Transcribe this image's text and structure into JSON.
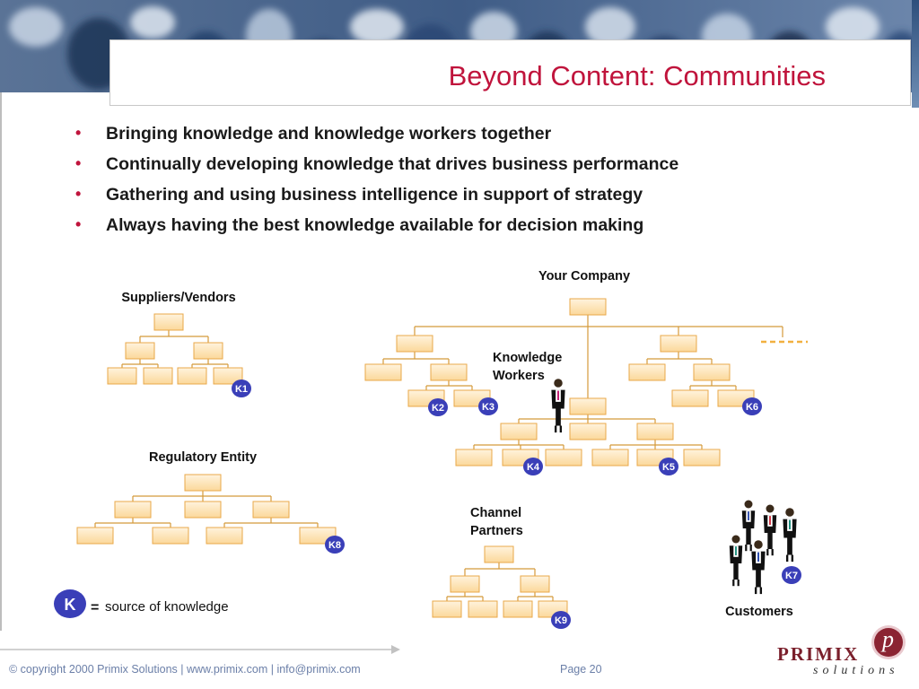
{
  "slide": {
    "title": "Beyond Content: Communities",
    "bullets": [
      "Bringing knowledge and knowledge workers together",
      "Continually developing knowledge that drives business performance",
      "Gathering and using business intelligence in support of strategy",
      "Always having the best knowledge available for decision making"
    ]
  },
  "diagram": {
    "labels": {
      "your_company": "Your Company",
      "suppliers": "Suppliers/Vendors",
      "regulatory": "Regulatory Entity",
      "knowledge_workers_1": "Knowledge",
      "knowledge_workers_2": "Workers",
      "channel_1": "Channel",
      "channel_2": "Partners",
      "customers": "Customers"
    },
    "badges": [
      "K1",
      "K2",
      "K3",
      "K4",
      "K5",
      "K6",
      "K7",
      "K8",
      "K9"
    ],
    "legend": {
      "symbol": "K",
      "equals": "=",
      "text": "source of knowledge"
    }
  },
  "footer": {
    "copyright": "© copyright 2000 Primix Solutions |  www.primix.com | info@primix.com",
    "page": "Page 20"
  },
  "logo": {
    "name": "PRIMIX",
    "tagline": "solutions",
    "mark": "p"
  },
  "colors": {
    "title": "#c0143c",
    "box_fill": "#fde8c4",
    "box_stroke": "#e8a84a",
    "connector": "#d49a3a",
    "badge": "#3a3fb8",
    "footer_text": "#6b7fa8",
    "logo_text": "#7a1f2b"
  }
}
